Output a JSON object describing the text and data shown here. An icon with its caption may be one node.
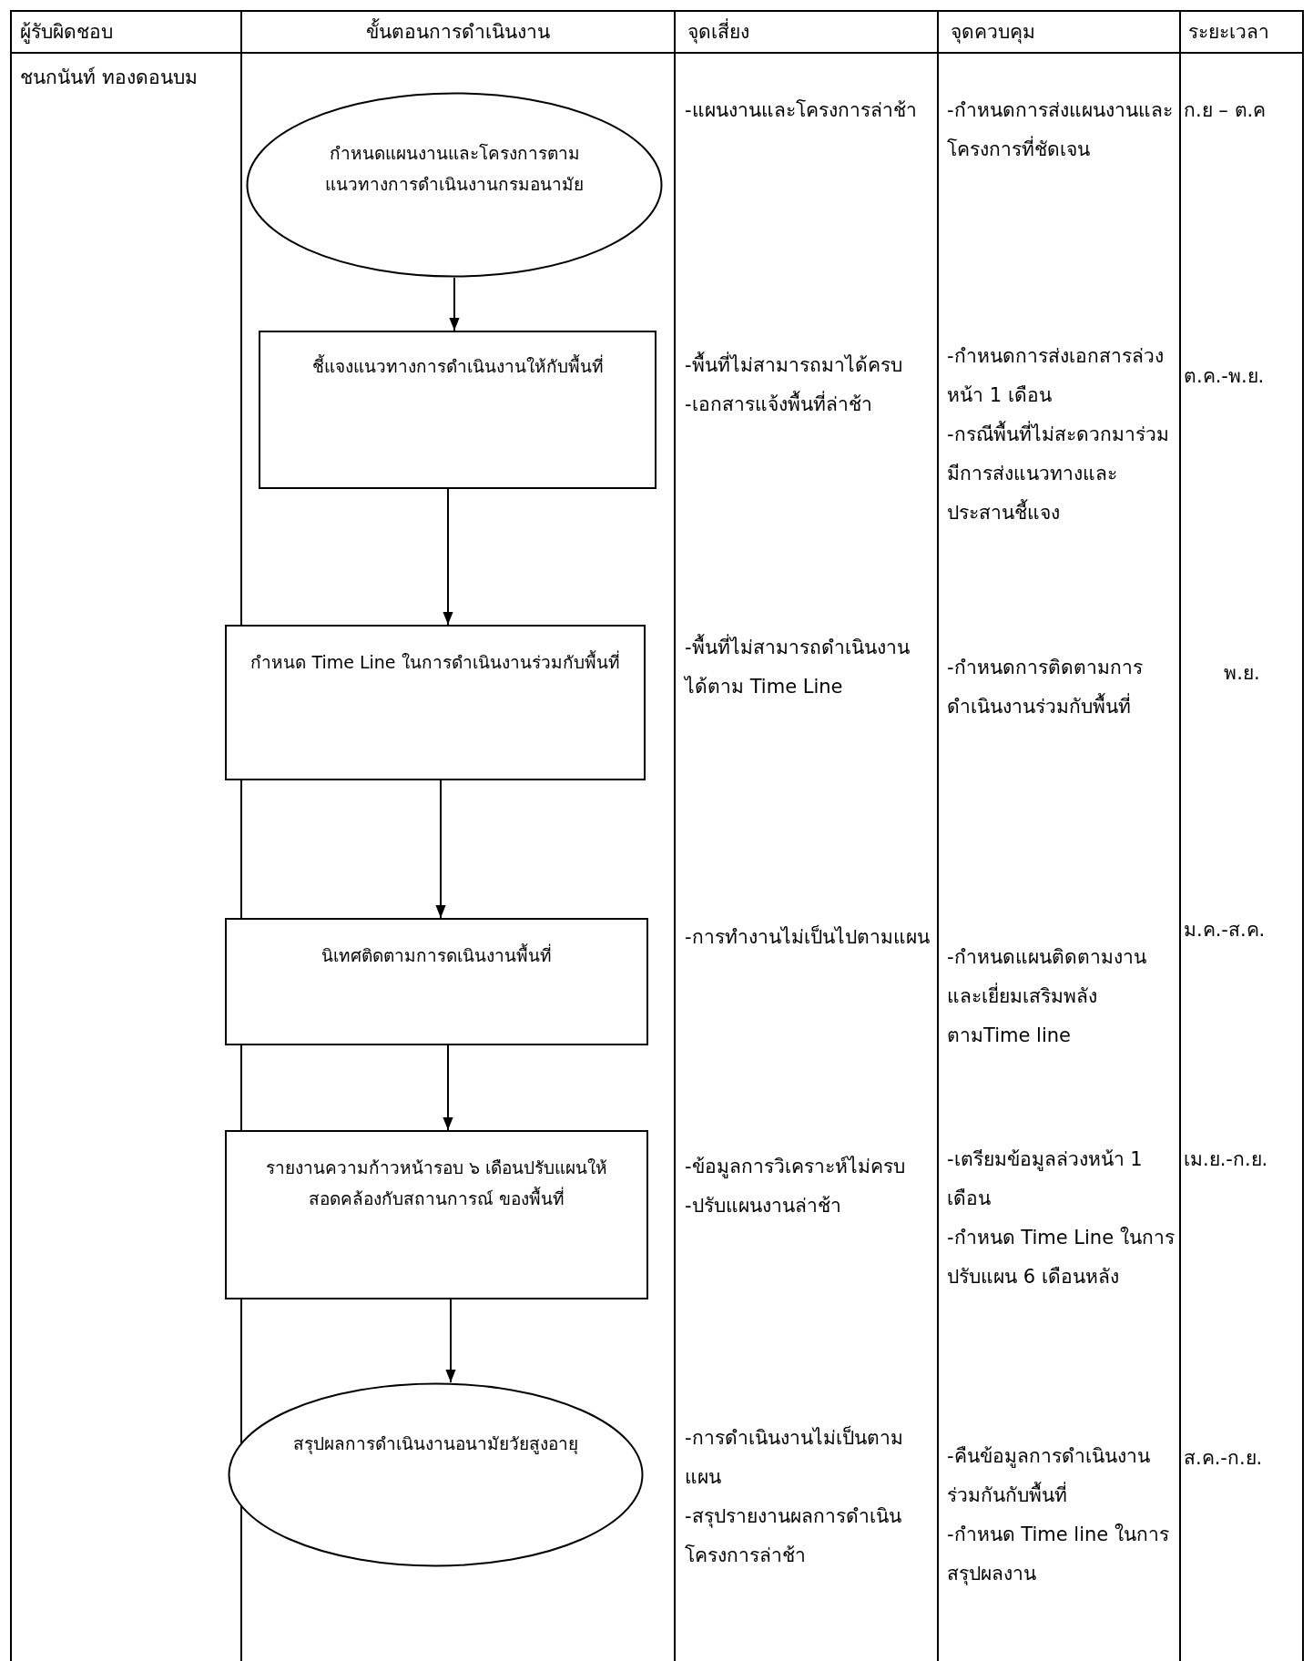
{
  "diagram": {
    "nodes": [
      {
        "text": [
          "กำหนดแผนงานและโครงการตามแนวทางการดำเนินงานกรมอนามัย"
        ]
      },
      {
        "text": [
          "ชี้แจงแนวทางการดำเนินงานให้กับพื้นที่"
        ]
      },
      {
        "text": [
          "กำหนด Time Line ในการดำเนินงานร่วมกับพื้นที่"
        ]
      },
      {
        "text": [
          "นิเทศติดตามการดเนินงานพื้นที่"
        ]
      },
      {
        "text": [
          "รายงานความก้าวหน้ารอบ ๖ เดือนปรับแผนให้สอดคล้องกับสถานการณ์ ของพื้นที่"
        ]
      },
      {
        "text": [
          "สรุปผลการดำเนินงานอนามัยวัยสูงอายุ"
        ]
      }
    ],
    "edges": [
      {
        "from": 0,
        "to": 1,
        "arrow": "to"
      },
      {
        "from": 1,
        "to": 2,
        "arrow": "to"
      },
      {
        "from": 2,
        "to": 3,
        "arrow": "to"
      },
      {
        "from": 3,
        "to": 4,
        "arrow": "to"
      },
      {
        "from": 4,
        "to": 5,
        "arrow": "to"
      }
    ],
    "labels": [
      "ผู้รับผิดชอบ",
      "ขั้นตอนการดำเนินงาน",
      "จุดเสี่ยง",
      "จุดควบคุม",
      "ระยะเวลา",
      "ชนกนันท์ ทองดอนบม",
      "-แผนงานและโครงการล่าช้า",
      "-กำหนดการส่งแผนงานและโครงการที่ชัดเจน",
      "ก.ย – ต.ค",
      "-พื้นที่ไม่สามารถมาได้ครบ",
      "-เอกสารแจ้งพื้นที่ล่าช้า",
      "-กำหนดการส่งเอกสารล่วงหน้า 1 เดือน",
      "-กรณีพื้นที่ไม่สะดวกมาร่วมมีการส่งแนวทางและประสานชี้แจง",
      "ต.ค.-พ.ย.",
      "-พื้นที่ไม่สามารถดำเนินงานได้ตาม Time Line",
      "-กำหนดการติดตามการดำเนินงานร่วมกับพื้นที่",
      "พ.ย.",
      "-การทำงานไม่เป็นไปตามแผน",
      "-กำหนดแผนติดตามงานและเยี่ยมเสริมพลังตามTime line",
      "ม.ค.-ส.ค.",
      "-ข้อมูลการวิเคราะห์ไม่ครบ",
      "-ปรับแผนงานล่าช้า",
      "-เตรียมข้อมูลล่วงหน้า 1 เดือน",
      "-กำหนด Time Line ในการปรับแผน 6 เดือนหลัง",
      "เม.ย.-ก.ย.",
      "-การดำเนินงานไม่เป็นตามแผน",
      "-สรุปรายงานผลการดำเนินโครงการล่าช้า",
      "-คืนข้อมูลการดำเนินงานร่วมกันกับพื้นที่",
      "-กำหนด Time line ในการสรุปผลงาน",
      "ส.ค.-ก.ย."
    ]
  }
}
